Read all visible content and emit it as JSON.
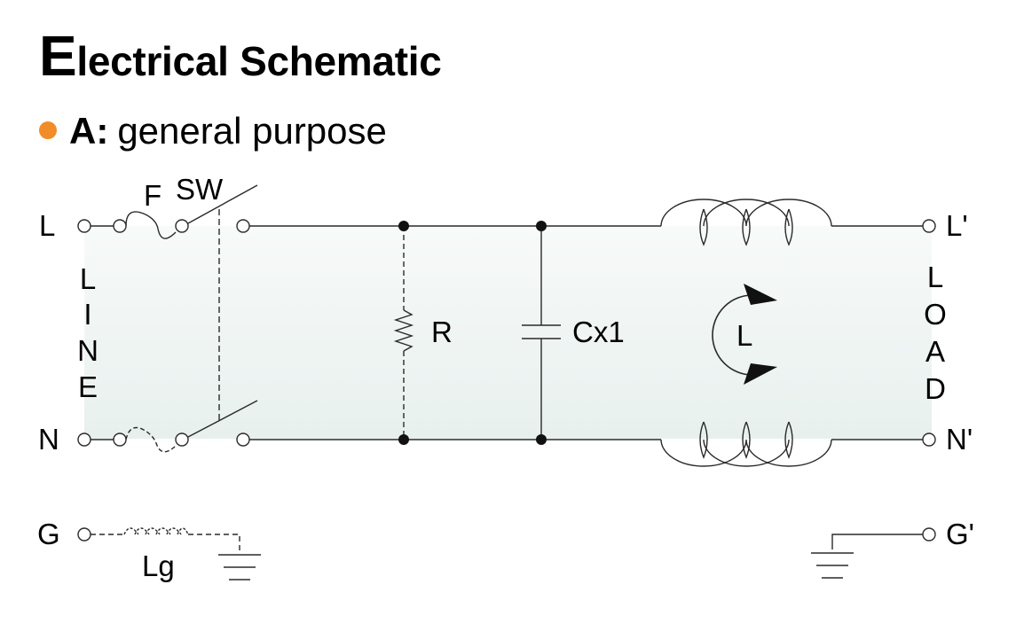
{
  "title": {
    "initial": "E",
    "rest": "lectrical Schematic"
  },
  "bullet": {
    "label": "A:",
    "text": "general purpose",
    "color": "#F28C28"
  },
  "labels": {
    "line_top": "L",
    "line_neutral": "N",
    "ground": "G",
    "load_top": "L'",
    "load_neutral": "N'",
    "load_ground": "G'",
    "fuse": "F",
    "switch": "SW",
    "resistor": "R",
    "capacitor": "Cx1",
    "inductor": "L",
    "ground_inductor": "Lg",
    "line_vertical": [
      "L",
      "I",
      "N",
      "E"
    ],
    "load_vertical": [
      "L",
      "O",
      "A",
      "D"
    ]
  },
  "colors": {
    "panel": "#EEF4F2",
    "wire": "#2a2a2a"
  }
}
